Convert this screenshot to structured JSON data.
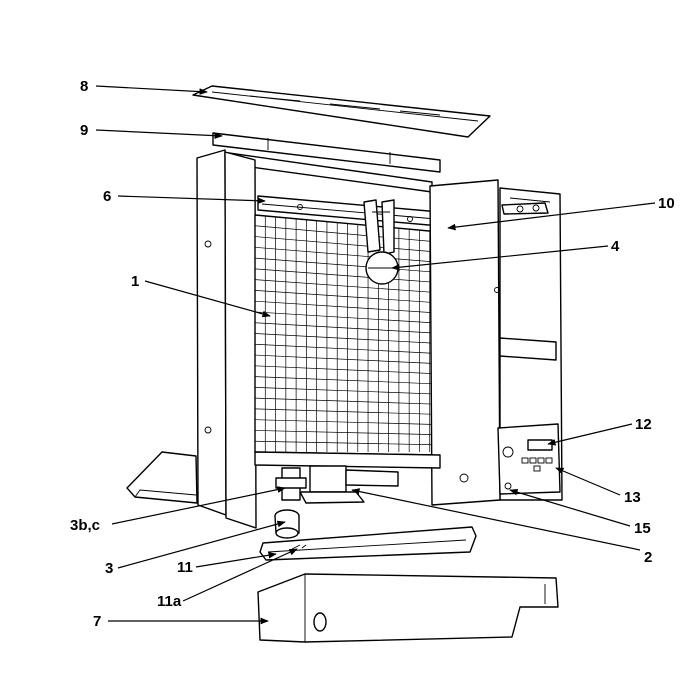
{
  "diagram": {
    "callouts": [
      {
        "id": "c8",
        "text": "8"
      },
      {
        "id": "c9",
        "text": "9"
      },
      {
        "id": "c6",
        "text": "6"
      },
      {
        "id": "c10",
        "text": "10"
      },
      {
        "id": "c4",
        "text": "4"
      },
      {
        "id": "c1",
        "text": "1"
      },
      {
        "id": "c12",
        "text": "12"
      },
      {
        "id": "c13",
        "text": "13"
      },
      {
        "id": "c3bc",
        "text": "3b,c"
      },
      {
        "id": "c15",
        "text": "15"
      },
      {
        "id": "c2",
        "text": "2"
      },
      {
        "id": "c3",
        "text": "3"
      },
      {
        "id": "c11",
        "text": "11"
      },
      {
        "id": "c11a",
        "text": "11a"
      },
      {
        "id": "c7",
        "text": "7"
      }
    ]
  }
}
